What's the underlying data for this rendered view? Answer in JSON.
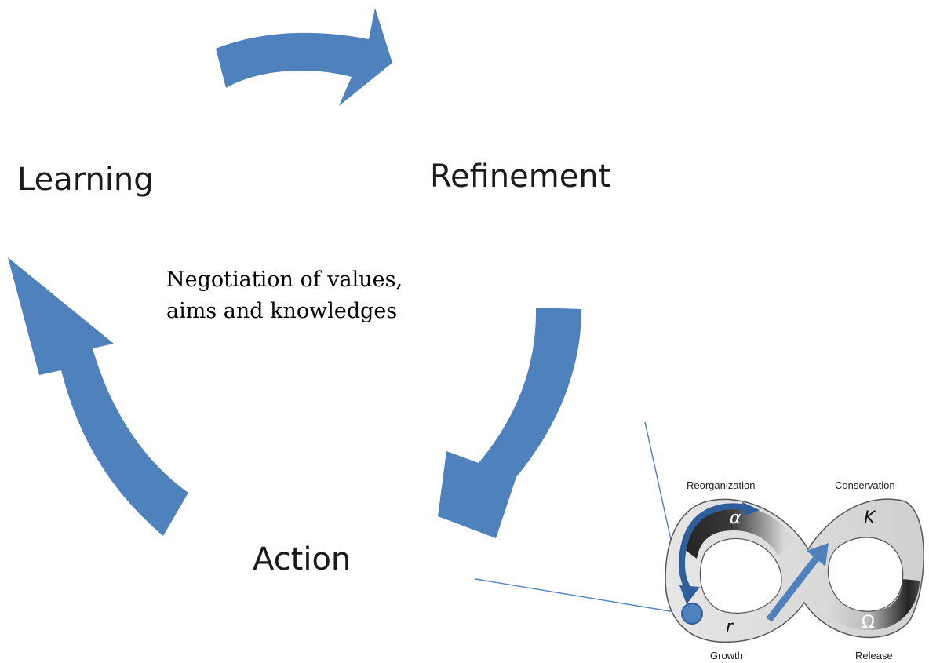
{
  "cycle": {
    "stages": {
      "learning": "Learning",
      "refinement": "Refinement",
      "action": "Action"
    },
    "center_text": {
      "line1": "Negotiation of values,",
      "line2": "aims and knowledges"
    },
    "arrow_color": "#4f81bd"
  },
  "adaptive_cycle": {
    "phases": {
      "reorganization": "Reorganization",
      "conservation": "Conservation",
      "growth": "Growth",
      "release": "Release"
    },
    "symbols": {
      "alpha": "α",
      "k": "K",
      "r": "r",
      "omega": "Ω"
    }
  }
}
